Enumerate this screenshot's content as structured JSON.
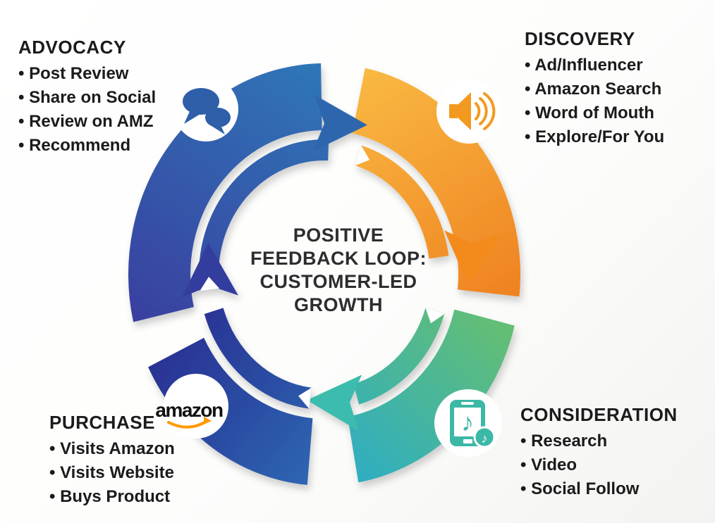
{
  "title": {
    "lines": [
      "POSITIVE",
      "FEEDBACK LOOP:",
      "CUSTOMER-LED",
      "GROWTH"
    ]
  },
  "sections": {
    "advocacy": {
      "heading": "ADVOCACY",
      "items": [
        "Post Review",
        "Share on Social",
        "Review on AMZ",
        "Recommend"
      ]
    },
    "discovery": {
      "heading": "DISCOVERY",
      "items": [
        "Ad/Influencer",
        "Amazon Search",
        "Word of Mouth",
        "Explore/For You"
      ]
    },
    "consideration": {
      "heading": "CONSIDERATION",
      "items": [
        "Research",
        "Video",
        "Social Follow"
      ]
    },
    "purchase": {
      "heading": "PURCHASE",
      "items": [
        "Visits Amazon",
        "Visits Website",
        "Buys Product"
      ]
    }
  },
  "logos": {
    "amazon": "amazon"
  },
  "icons": {
    "advocacy": "speech-bubbles-icon",
    "discovery": "megaphone-icon",
    "consideration": "phone-tiktok-icon",
    "music_note": "♪"
  },
  "colors": {
    "advocacy_dark": "#3a3f9f",
    "advocacy_light": "#2e77b8",
    "arrow_advocacy": "#2d66ae",
    "discovery_light": "#f9b942",
    "discovery_dark": "#ef8322",
    "arrow_discovery": "#f28b1e",
    "consideration_teal": "#2cadc4",
    "consideration_green": "#69c06d",
    "arrow_consideration": "#3bbcae",
    "purchase_dark": "#2b2f92",
    "purchase_light": "#2d68b3",
    "arrow_purchase": "#303c9e",
    "icon_chat": "#2e5fa8",
    "icon_speaker": "#f29a1f",
    "icon_phone": "#3cb8a6",
    "amazon_text": "#111111",
    "amazon_smile": "#ff9900"
  }
}
